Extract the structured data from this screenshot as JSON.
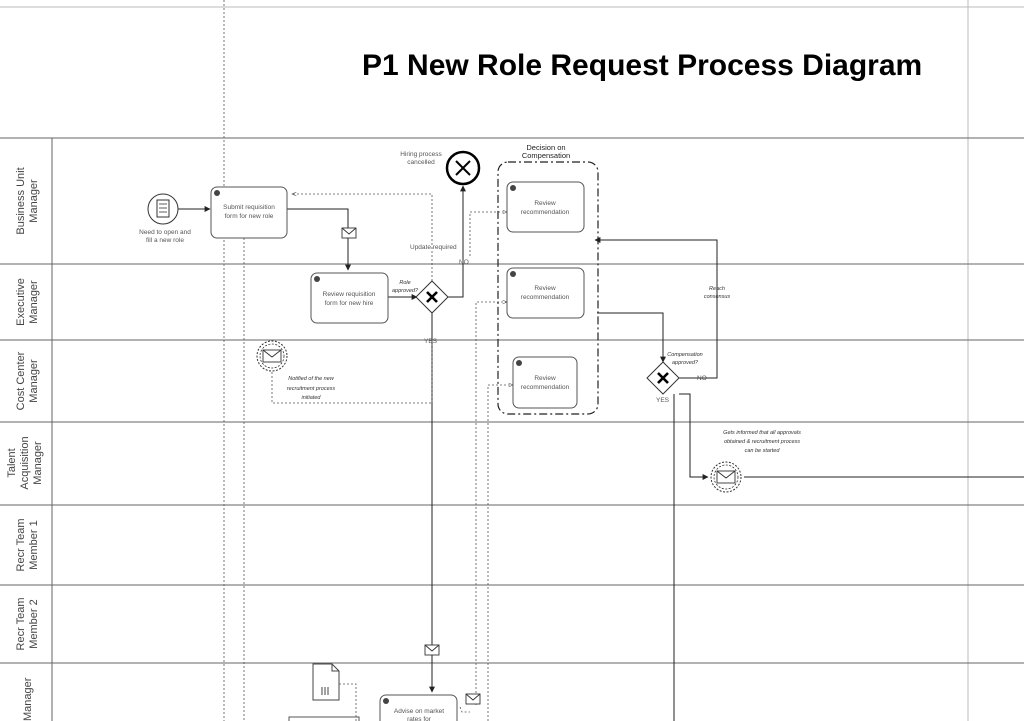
{
  "title": "P1 New Role Request Process Diagram",
  "lanes": [
    {
      "label": "Business Unit Manager"
    },
    {
      "label": "Executive Manager"
    },
    {
      "label": "Cost Center Manager"
    },
    {
      "label": "Talent Acquisition Manager"
    },
    {
      "label": "Recr Team Member 1"
    },
    {
      "label": "Recr Team Member 2"
    },
    {
      "label": "Manager"
    }
  ],
  "events": {
    "start": "Need to open and fill a new role",
    "cancelled": "Hiring process cancelled",
    "notified": "Notified of the new recruitment process initiated",
    "informed": "Gets informed that all approvals obtained & recruitment process can be started"
  },
  "tasks": {
    "submit": "Submit requisition form for new role",
    "review_form": "Review requisition form for new hire",
    "review_rec_1": "Review recommendation",
    "review_rec_2": "Review recommendation",
    "review_rec_3": "Review recommendation",
    "advise": "Advise on market rates for"
  },
  "gateways": {
    "role_approved": "Role approved?",
    "compensation_approved": "Compensation approved?"
  },
  "group": {
    "label": "Decision on Compensation"
  },
  "flow_labels": {
    "no_1": "NO",
    "yes_1": "YES",
    "update_required": "Update required",
    "no_2": "NO",
    "yes_2": "YES",
    "reach_consensus": "Reach consensus"
  }
}
